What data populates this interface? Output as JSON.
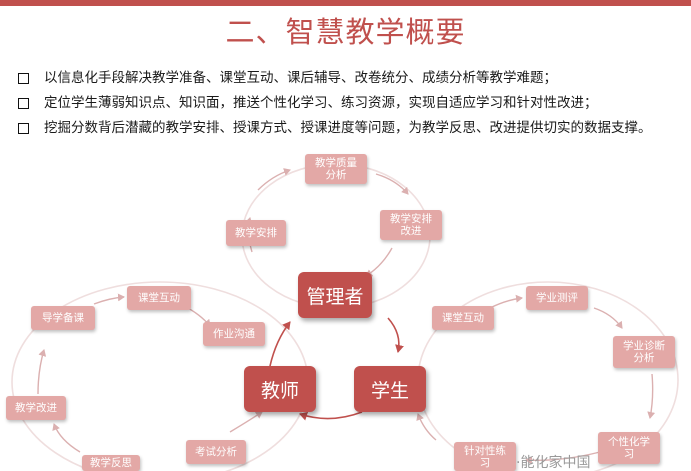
{
  "title": "二、智慧教学概要",
  "bullets": [
    "以信息化手段解决教学准备、课堂互动、课后辅导、改卷统分、成绩分析等教学难题；",
    "定位学生薄弱知识点、知识面，推送个性化学习、练习资源，实现自适应学习和针对性改进；",
    "挖掘分数背后潜藏的教学安排、授课方式、授课进度等问题，为教学反思、改进提供切实的数据支撑。"
  ],
  "roles": {
    "manager": "管理者",
    "teacher": "教师",
    "student": "学生"
  },
  "manager_cycle": {
    "quality_analysis": [
      "教学质量",
      "分析"
    ],
    "arrangement_improve": [
      "教学安排",
      "改进"
    ],
    "arrangement": "教学安排"
  },
  "teacher_cycle": {
    "classroom_interaction": "课堂互动",
    "guided_lesson_prep": "导学备课",
    "homework_communication": "作业沟通",
    "teaching_improvement": "教学改进",
    "exam_analysis": "考试分析",
    "teaching_reflection": "教学反思"
  },
  "student_cycle": {
    "classroom_interaction": "课堂互动",
    "learning_assessment": "学业测评",
    "learning_diagnosis": [
      "学业诊断",
      "分析"
    ],
    "personalized_learning": [
      "个性化学",
      "习"
    ],
    "targeted_practice": [
      "针对性练",
      "习"
    ]
  },
  "watermark": "·能化家中国",
  "colors": {
    "accent": "#c0504d",
    "node_fill": "#e3a8a6",
    "cycle_line": "#e6cfcf"
  }
}
